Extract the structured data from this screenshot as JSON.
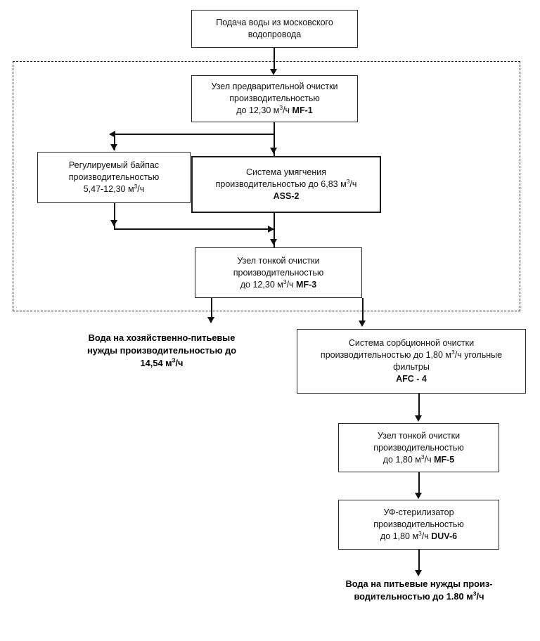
{
  "diagram": {
    "title_boxes": [
      {
        "id": "supply",
        "lines": [
          "Подача воды из московского",
          "водопровода"
        ]
      },
      {
        "id": "mf1",
        "lines": [
          "Узел предварительной очистки",
          "производительностью",
          "до 12,30 м3/ч MF-1"
        ],
        "code": "MF-1"
      },
      {
        "id": "bypass",
        "lines": [
          "Регулируемый байпас",
          "производительностью",
          "5,47-12,30 м3/ч"
        ]
      },
      {
        "id": "ass2",
        "lines": [
          "Система умягчения",
          "производительностью до 6,83 м3/ч",
          "ASS-2"
        ],
        "code": "ASS-2"
      },
      {
        "id": "mf3",
        "lines": [
          "Узел тонкой очистки",
          "производительностью",
          "до 12,30  м3/ч MF-3"
        ],
        "code": "MF-3"
      },
      {
        "id": "afc4",
        "lines": [
          "Система сорбционной очистки",
          "производительностью до 1,80 м3/ч угольные",
          "фильтры",
          "AFC - 4"
        ],
        "code": "AFC - 4"
      },
      {
        "id": "mf5",
        "lines": [
          "Узел тонкой очистки",
          "производительностью",
          "до 1,80  м3/ч MF-5"
        ],
        "code": "MF-5"
      },
      {
        "id": "duv6",
        "lines": [
          "УФ-стерилизатор",
          "производительностью",
          "до 1,80  м3/ч DUV-6"
        ],
        "code": "DUV-6"
      }
    ],
    "supply_box": {
      "line1": "Подача воды из московского",
      "line2": "водопровода"
    },
    "mf1_box": {
      "line1": "Узел предварительной очистки",
      "line2": "производительностью",
      "line3_pre": "до 12,30 м",
      "line3_sup": "3",
      "line3_mid": "/ч ",
      "line3_code": "MF-1"
    },
    "bypass_box": {
      "line1": "Регулируемый байпас",
      "line2": "производительностью",
      "line3_pre": "5,47-12,30 м",
      "line3_sup": "3",
      "line3_post": "/ч"
    },
    "ass2_box": {
      "line1": "Система умягчения",
      "line2_pre": "производительностью до 6,83 м",
      "line2_sup": "3",
      "line2_post": "/ч",
      "line3_code": "ASS-2"
    },
    "mf3_box": {
      "line1": "Узел тонкой очистки",
      "line2": "производительностью",
      "line3_pre": "до 12,30  м",
      "line3_sup": "3",
      "line3_mid": "/ч ",
      "line3_code": "MF-3"
    },
    "afc4_box": {
      "line1": "Система сорбционной очистки",
      "line2_pre": "производительностью до 1,80 м",
      "line2_sup": "3",
      "line2_post": "/ч угольные",
      "line3": "фильтры",
      "line4_code": "AFC - 4"
    },
    "mf5_box": {
      "line1": "Узел тонкой очистки",
      "line2": "производительностью",
      "line3_pre": "до 1,80  м",
      "line3_sup": "3",
      "line3_mid": "/ч ",
      "line3_code": "MF-5"
    },
    "duv6_box": {
      "line1": "УФ-стерилизатор",
      "line2": "производительностью",
      "line3_pre": "до 1,80  м",
      "line3_sup": "3",
      "line3_mid": "/ч ",
      "line3_code": "DUV-6"
    },
    "output_household": {
      "line1": "Вода на хозяйственно-питьевые",
      "line2": "нужды производительностью до",
      "line3_pre": "14,54 м",
      "line3_sup": "3",
      "line3_post": "/ч"
    },
    "output_drinking": {
      "line1": "Вода на питьевые нужды произ-",
      "line2_pre": "водительностью до 1.80 м",
      "line2_sup": "3",
      "line2_post": "/ч"
    },
    "colors": {
      "box_border": "#2b2b2b",
      "box_border_thick": "#1a1a1a",
      "connector": "#111111",
      "dashed_zone": "#1f1f1f",
      "background": "#ffffff",
      "text": "#111111"
    }
  }
}
